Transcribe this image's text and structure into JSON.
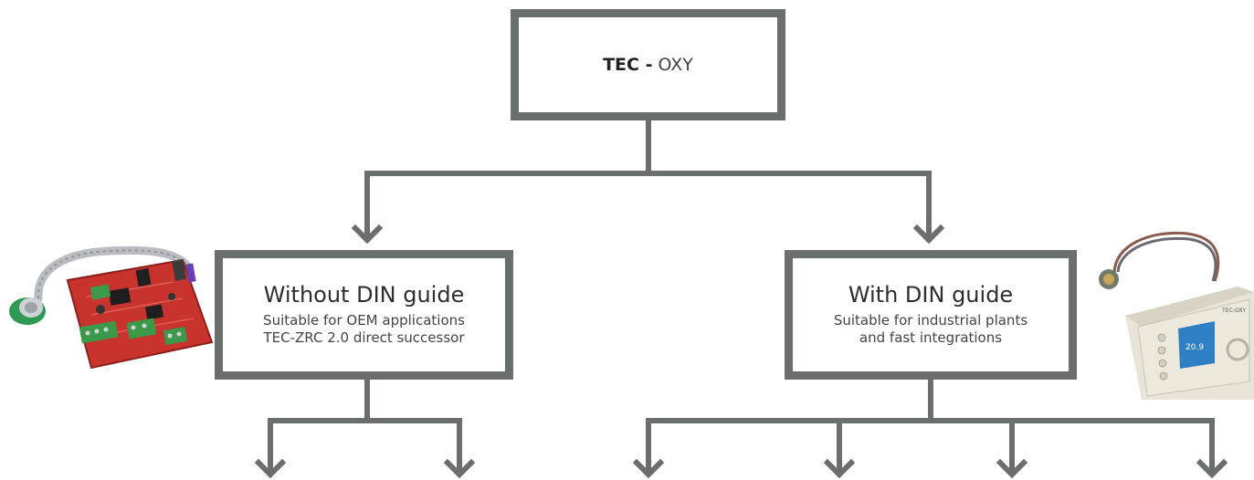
{
  "root": {
    "title_bold": "TEC -",
    "title_light": "OXY"
  },
  "branches": [
    {
      "title": "Without DIN guide",
      "lines": [
        "Suitable for OEM applications",
        "TEC-ZRC 2.0 direct successor"
      ]
    },
    {
      "title": "With DIN guide",
      "lines": [
        "Suitable for industrial plants",
        "and fast integrations"
      ]
    }
  ],
  "colors": {
    "box_border": "#6b6f6c",
    "connector": "#6b6f6c",
    "pcb_board": "#c8342d",
    "terminal_green": "#3a9a4a",
    "din_housing": "#e8e4d8",
    "display_blue": "#2e7fc4"
  },
  "icons": {
    "left_photo": "oem-circuit-board-with-oxygen-sensor",
    "right_photo": "din-rail-oxygen-controller-with-sensor"
  }
}
